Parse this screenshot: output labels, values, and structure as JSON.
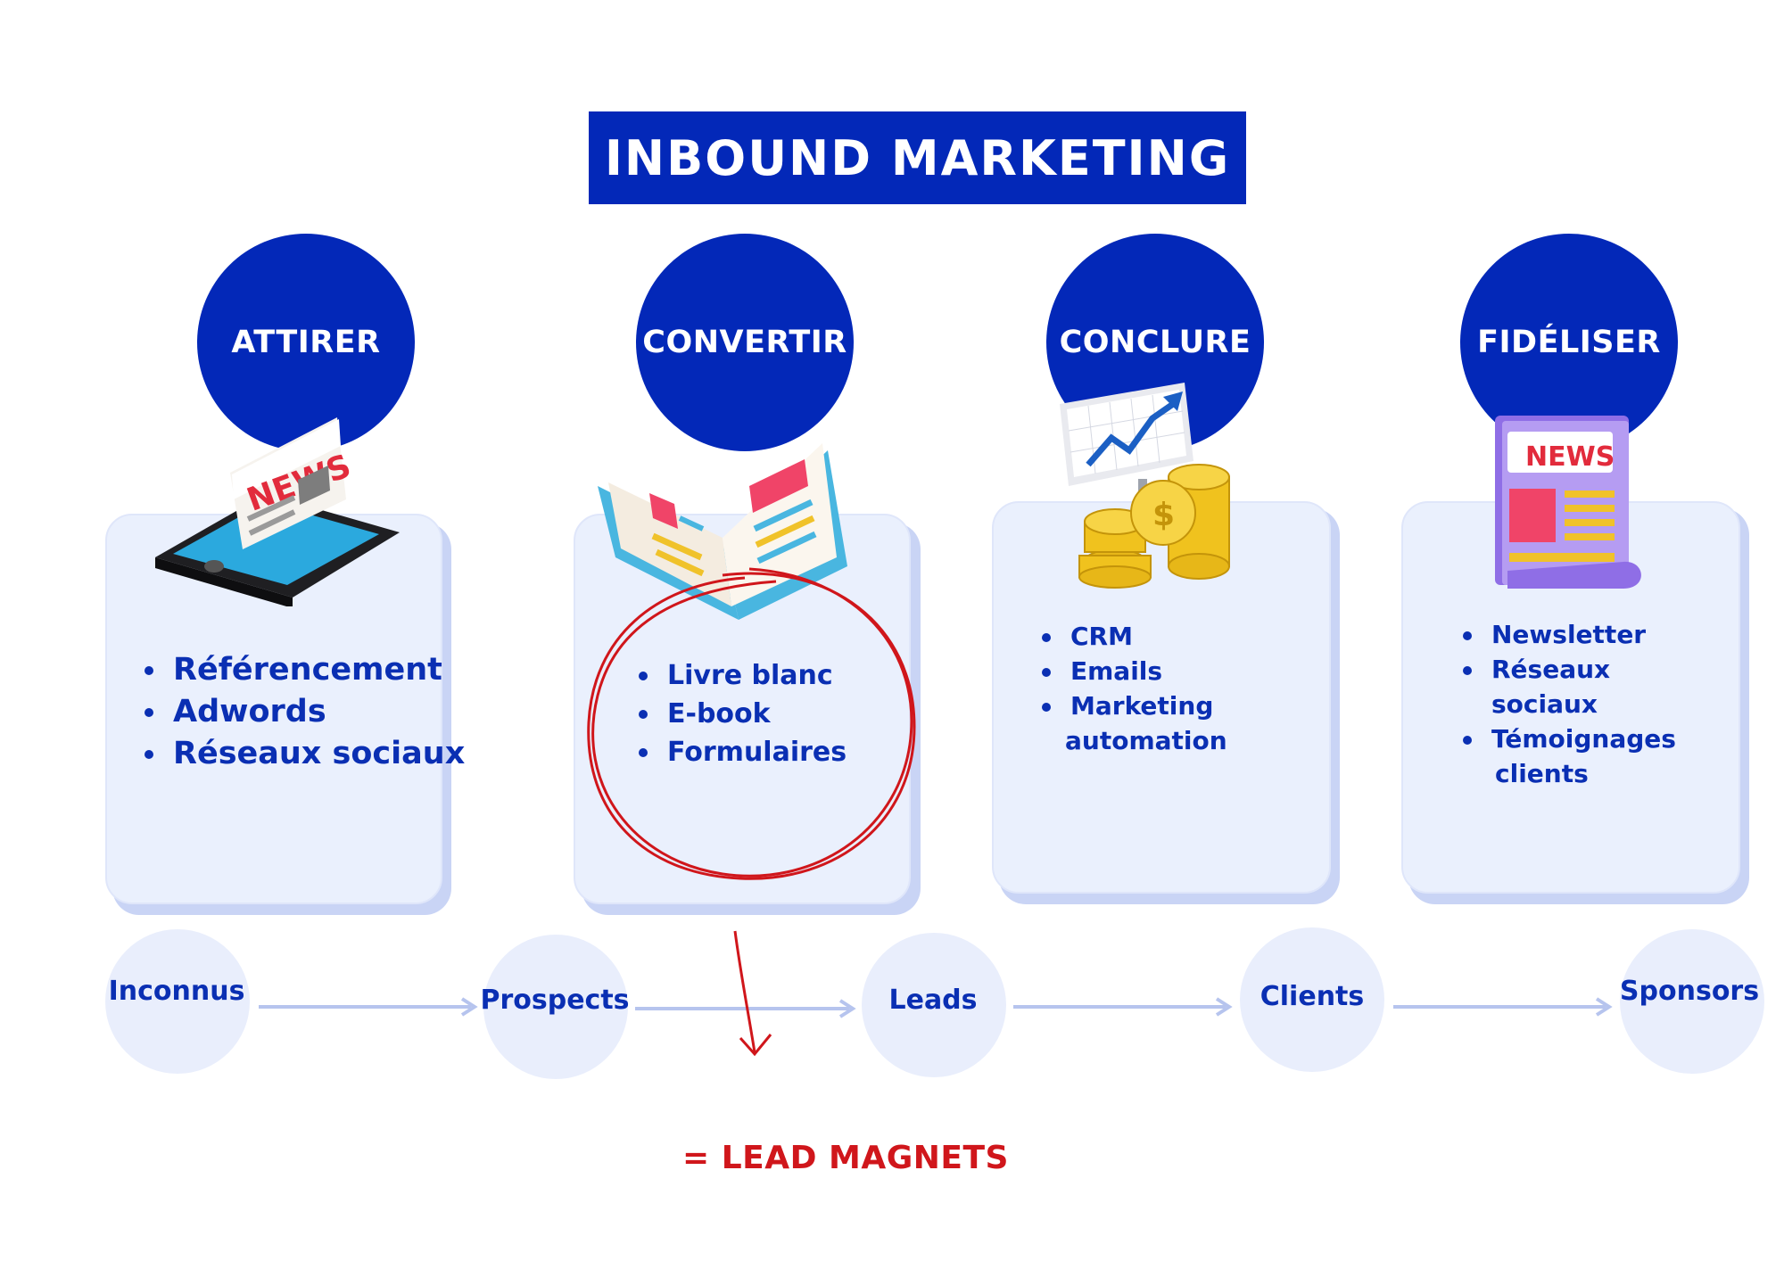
{
  "title": "INBOUND MARKETING",
  "colors": {
    "primary_blue": "#0328b8",
    "text_blue": "#0a2fb3",
    "card_bg": "#eaf0fd",
    "annotation_red": "#d0161b"
  },
  "stages": [
    {
      "label": "ATTIRER",
      "icon": "phone-news-icon",
      "items": [
        "Référencement",
        "Adwords",
        "Réseaux sociaux"
      ]
    },
    {
      "label": "CONVERTIR",
      "icon": "open-book-icon",
      "items": [
        "Livre blanc",
        "E-book",
        "Formulaires"
      ]
    },
    {
      "label": "CONCLURE",
      "icon": "chart-coins-icon",
      "items": [
        "CRM",
        "Emails",
        "Marketing",
        "automation"
      ]
    },
    {
      "label": "FIDÉLISER",
      "icon": "newsletter-icon",
      "items": [
        "Newsletter",
        "Réseaux",
        "sociaux",
        "Témoignages",
        "clients"
      ]
    }
  ],
  "icon_texts": {
    "news_phone": "NEWS",
    "news_paper": "NEWS",
    "coin_symbol": "$"
  },
  "audience": [
    "Inconnus",
    "Prospects",
    "Leads",
    "Clients",
    "Sponsors"
  ],
  "annotation": "= LEAD MAGNETS"
}
